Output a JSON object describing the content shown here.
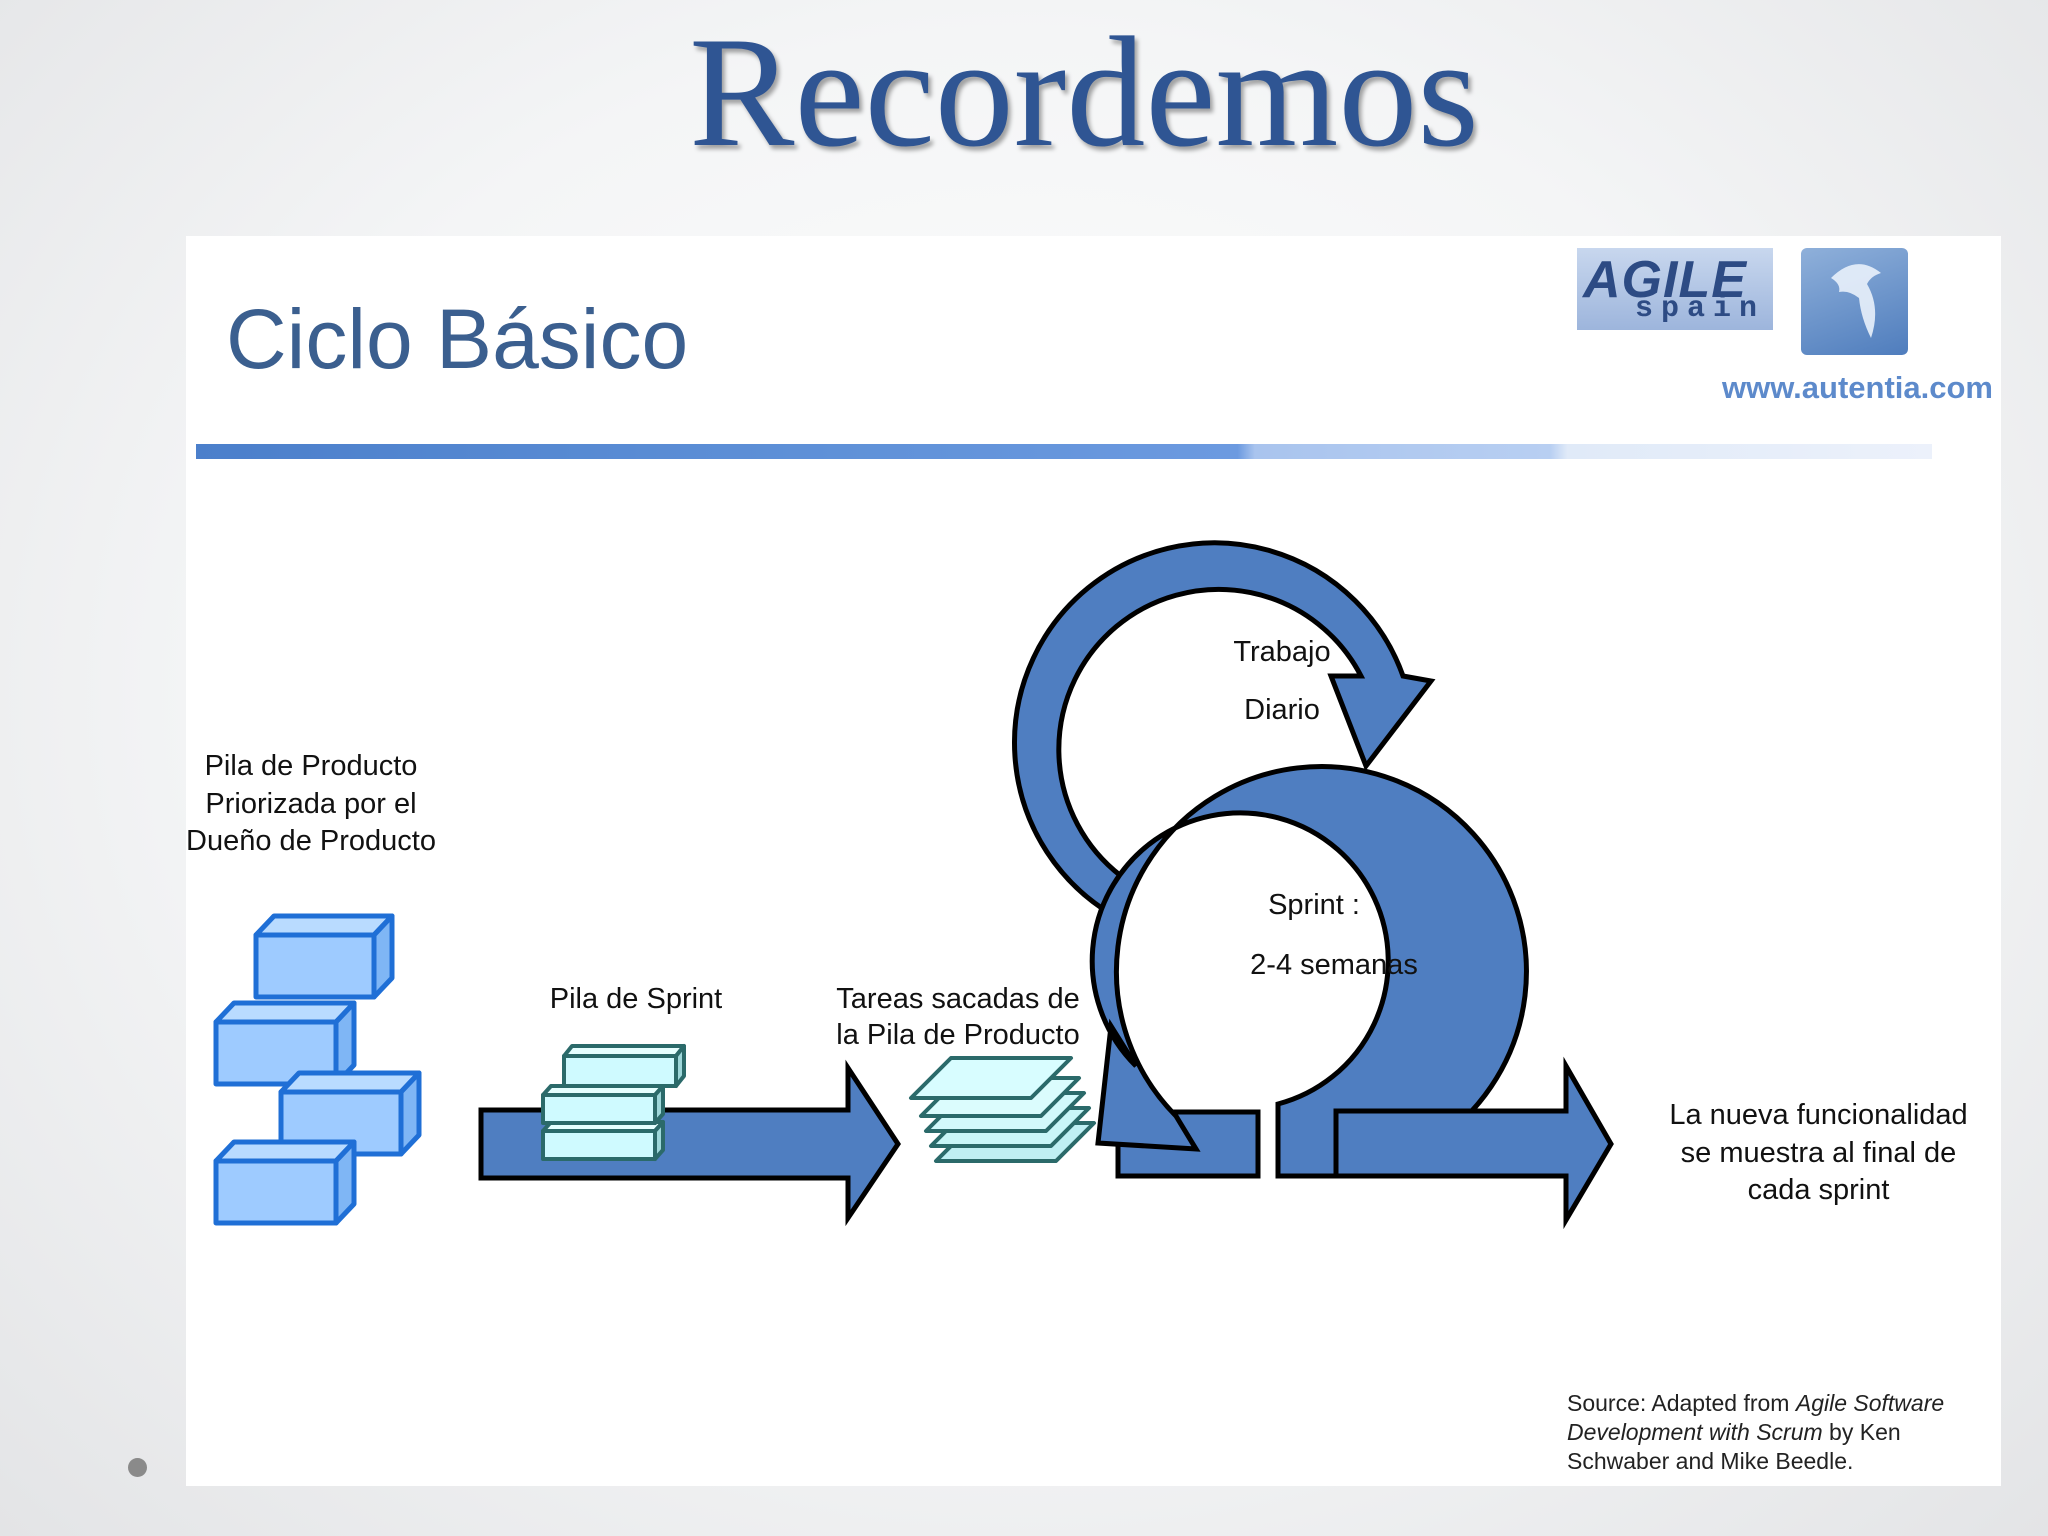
{
  "header": {
    "title": "Recordemos"
  },
  "slide": {
    "title": "Ciclo Básico",
    "logo_text_main": "AGILE",
    "logo_text_sub": "spain",
    "url": "www.autentia.com"
  },
  "diagram": {
    "product_backlog": [
      "Pila de Producto",
      "Priorizada por el",
      "Dueño de Producto"
    ],
    "sprint_backlog": "Pila de Sprint",
    "tasks": [
      "Tareas sacadas de",
      "la Pila de Producto"
    ],
    "daily_work": [
      "Trabajo",
      "Diario"
    ],
    "sprint": [
      "Sprint :",
      "2-4 semanas"
    ],
    "result": [
      "La nueva funcionalidad",
      "se muestra al final de",
      "cada sprint"
    ]
  },
  "source": {
    "prefix": "Source: Adapted from ",
    "book": "Agile Software Development with Scrum",
    "suffix": " by Ken Schwaber and Mike Beedle."
  },
  "colors": {
    "title": "#2f5593",
    "arrow_fill": "#4f7ec1",
    "box_blue": "#9ecbff",
    "box_outline": "#1f6fd6",
    "sprint_box": "#cffaff",
    "sprint_outline": "#2b6a6a"
  }
}
